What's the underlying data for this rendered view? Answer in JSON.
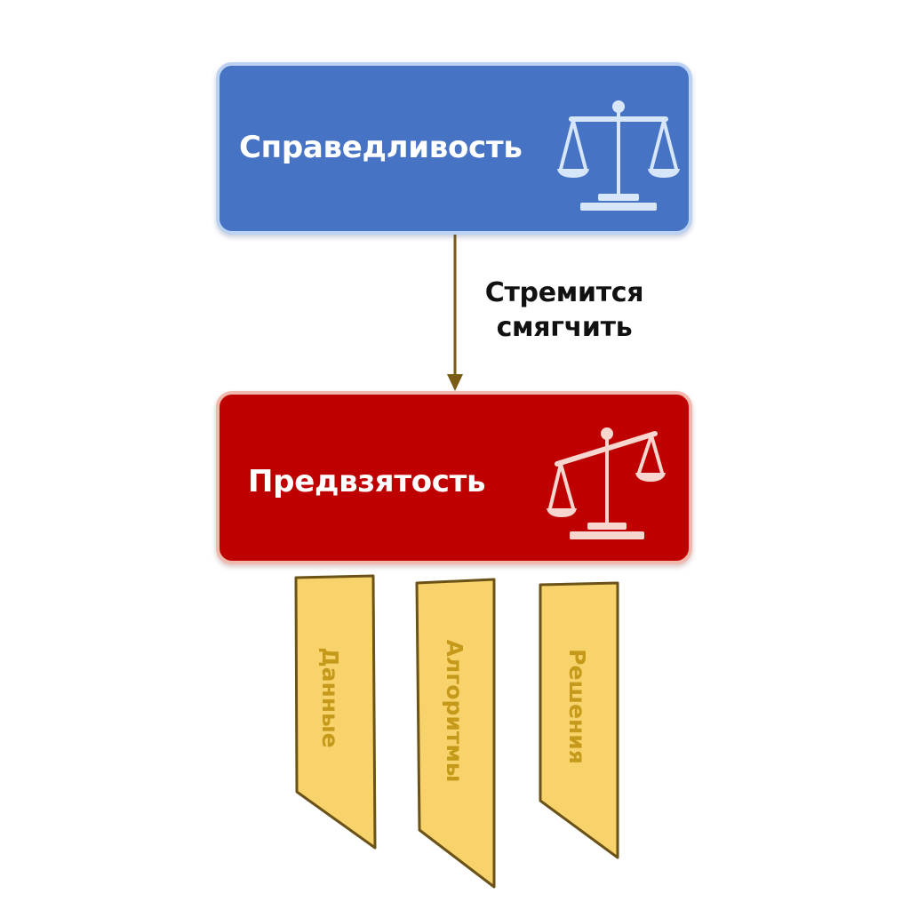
{
  "nodes": {
    "fairness": {
      "title": "Справедливость",
      "icon": "balanced-scales-icon"
    },
    "bias": {
      "title": "Предвзятость",
      "icon": "tilted-scales-icon"
    }
  },
  "edge": {
    "label_line1": "Стремится",
    "label_line2": "смягчить"
  },
  "ribbons": [
    {
      "label": "Данные"
    },
    {
      "label": "Алгоритмы"
    },
    {
      "label": "Решения"
    }
  ],
  "colors": {
    "fairness_fill": "#4673c4",
    "bias_fill": "#bf0000",
    "arrow": "#7a5c14",
    "ribbon_fill": "#f8d36b",
    "ribbon_border": "#6b5217",
    "ribbon_text": "#c59a1b"
  }
}
